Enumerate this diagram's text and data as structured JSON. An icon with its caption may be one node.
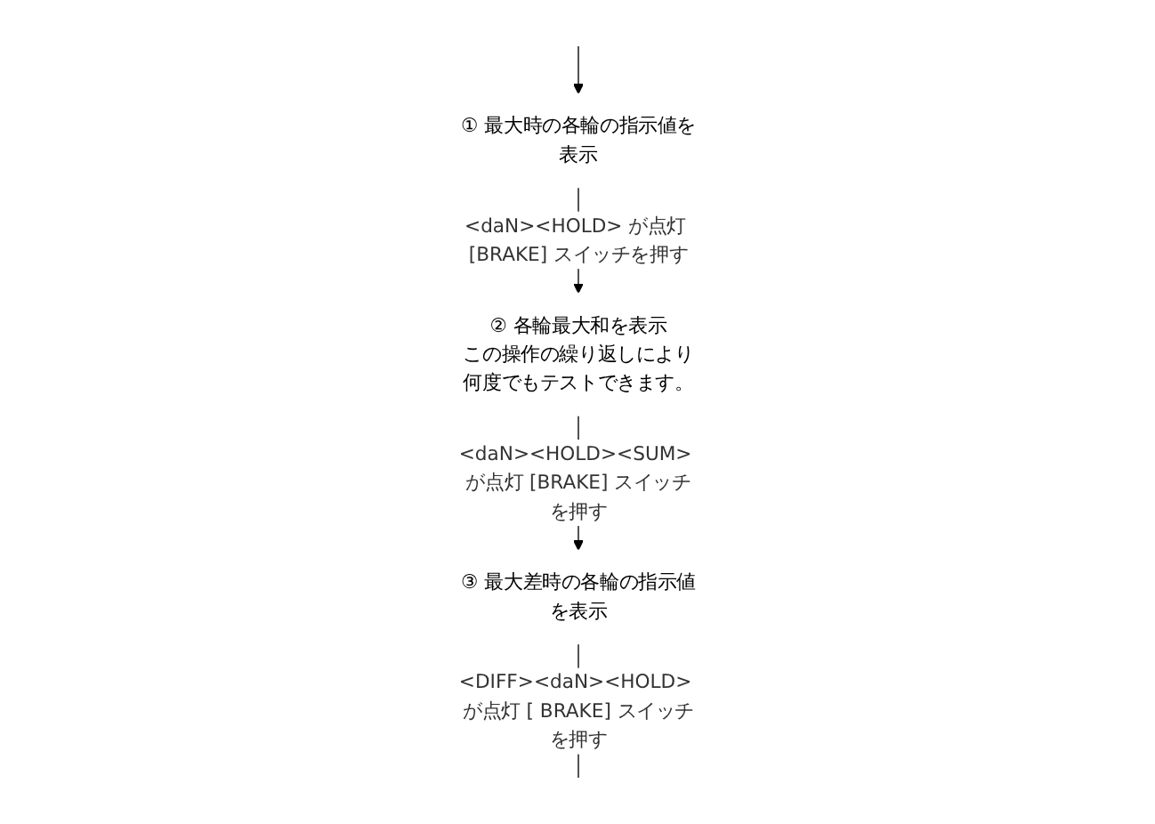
{
  "diagram": {
    "nodes": [
      {
        "text": [
          "① 最大時の各輪の指示値を表示"
        ]
      },
      {
        "text": [
          "② 各輪最大和を表示",
          "この操作の繰り返しにより何度でもテストできます。"
        ]
      },
      {
        "text": [
          "③ 最大差時の各輪の指示値を表示"
        ]
      }
    ],
    "edges": [
      {
        "from": null,
        "to": 0,
        "arrow": "to"
      },
      {
        "from": 0,
        "to": 1,
        "arrow": "to",
        "label": "<daN><HOLD> が点灯 [BRAKE] スイッチを押す"
      },
      {
        "from": 1,
        "to": 2,
        "arrow": "to",
        "label": "<daN><HOLD><SUM> が点灯 [BRAKE] スイッチを押す"
      },
      {
        "from": 2,
        "to": null,
        "arrow": "none",
        "label": "<DIFF><daN><HOLD> が点灯 [ BRAKE] スイッチを押す"
      }
    ]
  }
}
